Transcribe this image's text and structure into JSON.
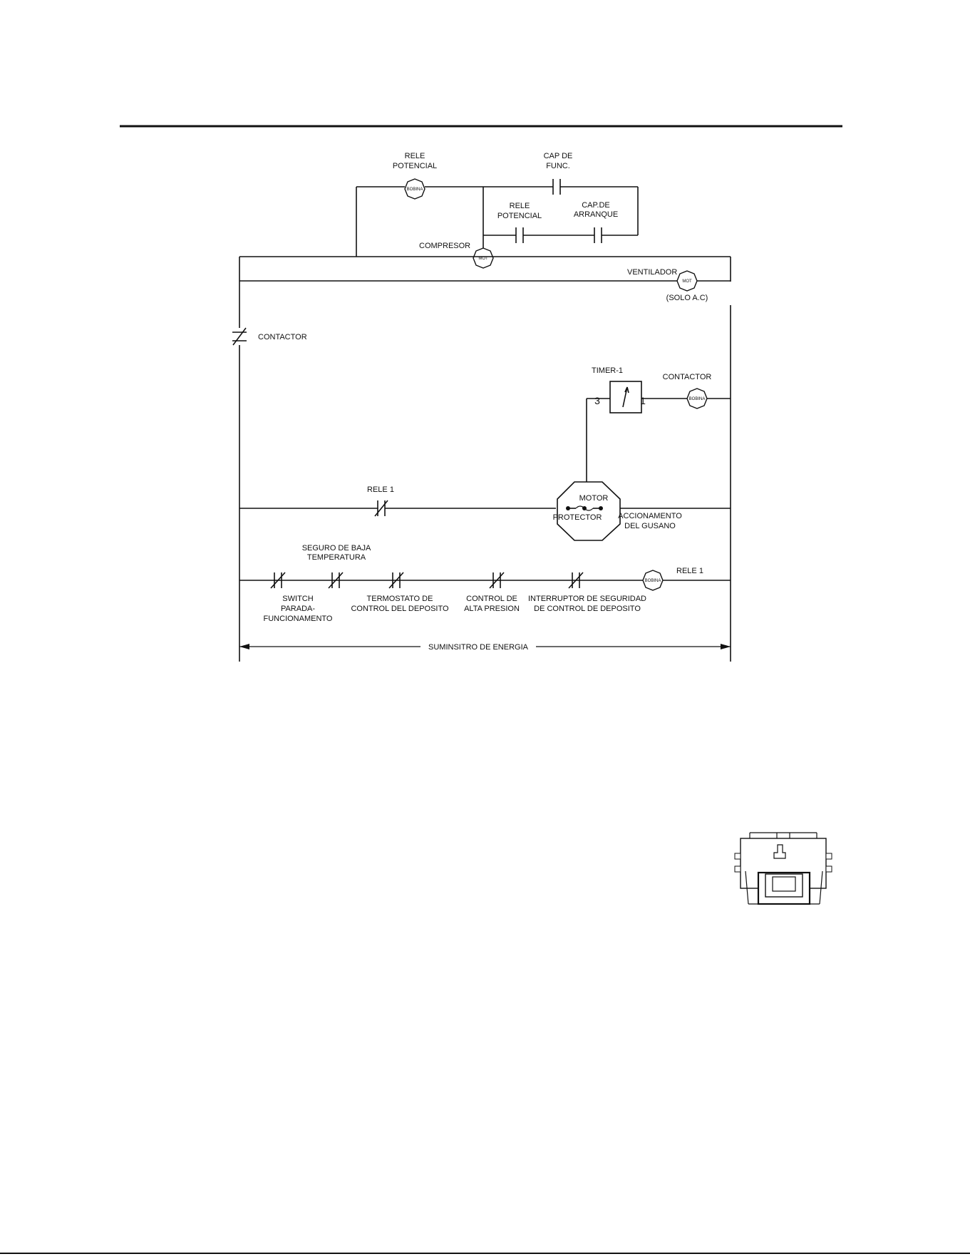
{
  "diagram": {
    "labels": {
      "rele_potencial_top_1": "RELE",
      "rele_potencial_top_2": "POTENCIAL",
      "cap_func_1": "CAP DE",
      "cap_func_2": "FUNC.",
      "rele_potencial_mid_1": "RELE",
      "rele_potencial_mid_2": "POTENCIAL",
      "cap_arranque_1": "CAP.DE",
      "cap_arranque_2": "ARRANQUE",
      "compresor": "COMPRESOR",
      "ventilador": "VENTILADOR",
      "solo_ac": "(SOLO A.C)",
      "contactor_left": "CONTACTOR",
      "timer": "TIMER-1",
      "timer_pin_3": "3",
      "timer_pin_1": "1",
      "contactor_right": "CONTACTOR",
      "rele1_contact": "RELE 1",
      "motor": "MOTOR",
      "protector": "PROTECTOR",
      "accionamiento_1": "ACCIONAMENTO",
      "accionamiento_2": "DEL GUSANO",
      "seguro_1": "SEGURO DE BAJA",
      "seguro_2": "TEMPERATURA",
      "rele1_coil": "RELE 1",
      "switch_1": "SWITCH",
      "switch_2": "PARADA-",
      "switch_3": "FUNCIONAMENTO",
      "termostato_1": "TERMOSTATO DE",
      "termostato_2": "CONTROL DEL DEPOSITO",
      "control_1": "CONTROL DE",
      "control_2": "ALTA PRESION",
      "interruptor_1": "INTERRUPTOR DE SEGURIDAD",
      "interruptor_2": "DE CONTROL DE DEPOSITO",
      "suministro": "SUMINSITRO DE ENERGIA",
      "bobina": "BOBINA",
      "mot": "MOT"
    }
  }
}
